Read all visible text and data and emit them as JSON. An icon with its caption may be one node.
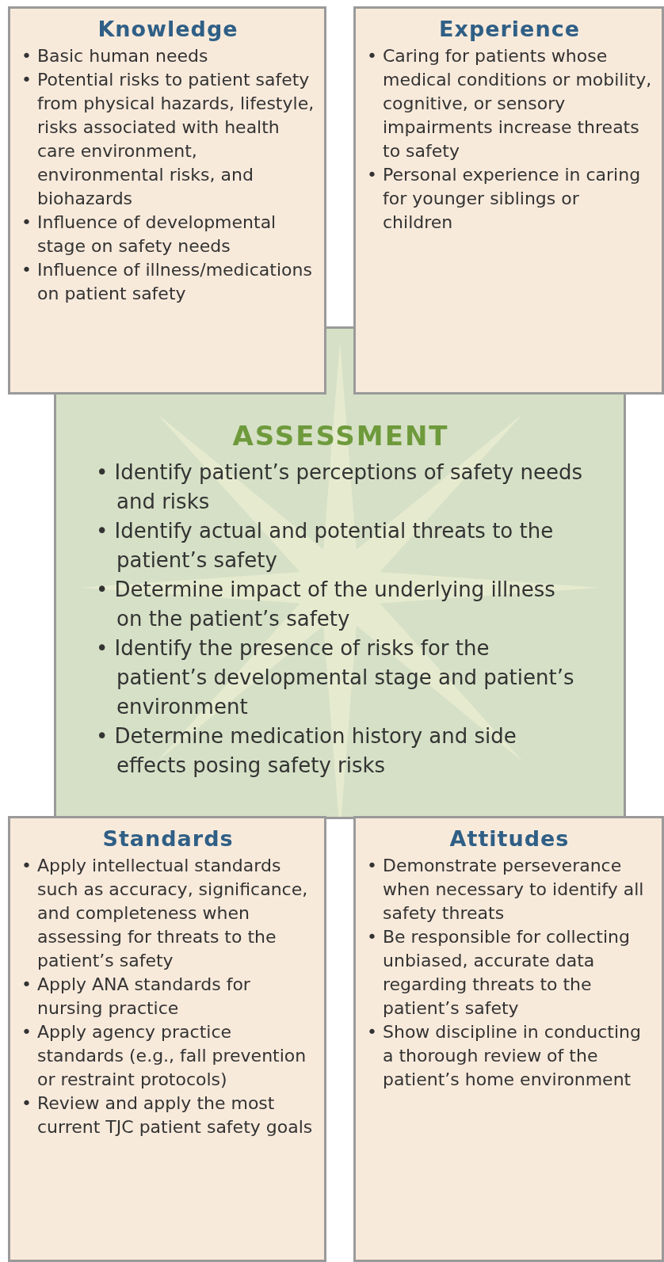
{
  "diagram": {
    "nodes": [
      {
        "text": [
          "Knowledge",
          "• Basic human needs",
          "• Potential risks to patient safety from physical hazards, lifestyle, risks associated with health care environment, environmental risks, and biohazards",
          "• Influence of developmental stage on safety needs",
          "• Influence of illness/medications on patient safety"
        ]
      },
      {
        "text": [
          "Experience",
          "• Caring for patients whose medical conditions or mobility, cognitive, or sensory impairments increase threats to safety",
          "• Personal experience in caring for younger siblings or children"
        ]
      },
      {
        "text": [
          "ASSESSMENT",
          "• Identify patient’s perceptions of safety needs and risks",
          "• Identify actual and potential threats to the patient’s safety",
          "• Determine impact of the underlying illness on the patient’s safety",
          "• Identify the presence of risks for the patient’s developmental stage and patient’s environment",
          "• Determine medication history and side effects posing safety risks"
        ]
      },
      {
        "text": [
          "Standards",
          "• Apply intellectual standards such as accuracy, significance, and completeness when assessing for threats to the patient’s safety",
          "• Apply ANA standards for nursing practice",
          "• Apply agency practice standards (e.g., fall prevention or restraint protocols)",
          "• Review and apply the most current TJC patient safety goals"
        ]
      },
      {
        "text": [
          "Attitudes",
          "• Demonstrate perseverance when necessary to identify all safety threats",
          "• Be responsible for collecting unbiased, accurate data regarding threats to the patient’s safety",
          "• Show discipline in conducting a thorough review of the patient’s home environment"
        ]
      }
    ]
  }
}
